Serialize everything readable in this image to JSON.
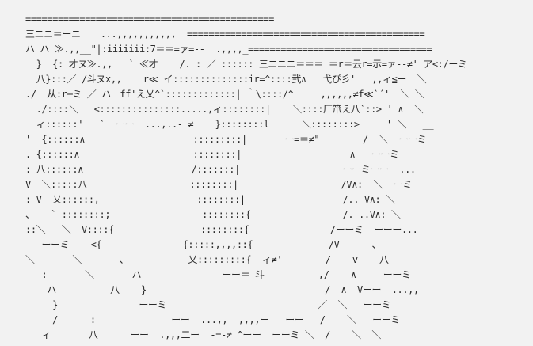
{
  "ascii_art": {
    "lines": [
      "==============================================",
      "三ニニ＝ーニ　  ...,,,,,,,,,,,  ============================================",
      "ハ ハ ≫.,,__\"|:iiiiiii:7＝＝=ァ=--  .,,,,_==================================",
      "  }  {: 才ヌ≫.,,   ` ≪才    /. : ／ :::::: 三ニニニ＝＝＝ ＝r＝云r=示=ァ--≠' ア<:/ーミ",
      "  八}:::／ /斗ヌx,,    r≪ イ::::::::::::::ir=^::::弐∧   弋ぴ彡'   ,,ィ≦ー  ＼",
      "./  从:r─ミ ／ ハ￣ff'え乂^`:::::::::::::| ｀\\::::/^     ,,,,,,≠f≪`´'  ＼ ＼",
      "  ./::::＼   <:::::::::::::::.....,ィ::::::::|    ＼::::厂笊え八`::> ' ∧  ＼",
      "  ィ::::::'   `  ーー  ...,..- ≠    }::::::::l      ＼::::::::>     ' ＼   __",
      "'  {::::::∧                    :::::::::|       ー=＝≠\"        /  ＼  ーーミ",
      ". {::::::∧                     ::::::::|                    ∧   ーーミ",
      ": 八::::::∧                    /:::::::|                   ーーミーー  ...",
      "V  ＼:::::八                   ::::::::|                   /V∧:  ＼  ーミ",
      ": V  乂::::::,                  ::::::::|                  /.. V∧: ＼",
      "、   ` ::::::::;                 ::::::::{                 /. ..V∧: ＼",
      "::＼   ＼  V::::{                ::::::::{               /ーーミ  ーーー...",
      "   ーーミ    <{               {:::::,,,,::{              /V      、",
      "＼       ＼       、           乂:::::::::{  ィ≠'        /    v    八",
      "   :       ＼       ハ               ーー＝ 斗          ,/    ∧     ーーミ",
      "    ハ          八    }                                 /  ∧  Vーー  ...,,__",
      "     }               ーーミ                            ／  ＼   ーーミ",
      "     /      :              ーー  ...,,  ,,,,ー   ーー   /    ＼   ーーミ",
      "   ィ       八      ーー  .,,,二ー  -=-≠ ^ーー  ーーミ ＼  /    ＼  ＼"
    ]
  }
}
